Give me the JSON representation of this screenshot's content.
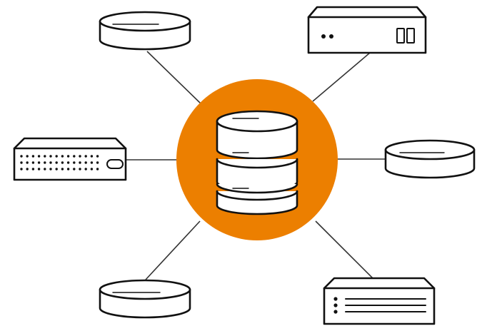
{
  "diagram": {
    "type": "hub-and-spoke network",
    "colors": {
      "hub_fill": "#ec7f00",
      "outline": "#111111",
      "connector": "#333333",
      "background": "#ffffff"
    },
    "hub": {
      "icon": "database-stack-icon"
    },
    "nodes": [
      {
        "id": "top-left",
        "icon": "disk-drive-icon"
      },
      {
        "id": "top-right",
        "icon": "server-appliance-icon"
      },
      {
        "id": "mid-left",
        "icon": "network-switch-icon"
      },
      {
        "id": "mid-right",
        "icon": "disk-drive-icon"
      },
      {
        "id": "bottom-left",
        "icon": "disk-drive-icon"
      },
      {
        "id": "bottom-right",
        "icon": "rack-server-icon"
      }
    ]
  }
}
